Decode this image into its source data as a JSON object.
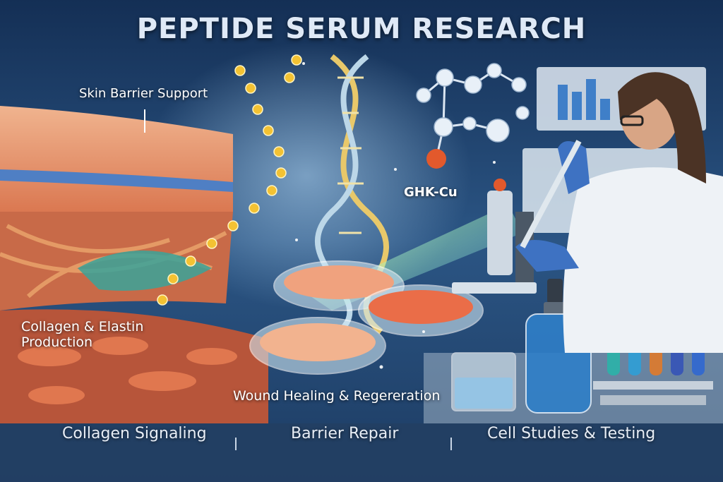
{
  "title": "PEPTIDE SERUM RESEARCH",
  "labels": {
    "skin_barrier": "Skin Barrier Support",
    "ghk": "GHK-Cu",
    "collagen_line1": "Collagen & Elastin",
    "collagen_line2": "Production",
    "wound": "Wound Healing & Regereration"
  },
  "footer": [
    "Collagen Signaling",
    "Barrier Repair",
    "Cell Studies & Testing"
  ],
  "colors": {
    "sky_top": "#1a3b66",
    "sky_mid": "#2d5a8c",
    "skin_top": "#e9a07a",
    "skin_layer_blue": "#3f6fb5",
    "peptide_chain": "#f3c233",
    "dna": "#e8c86a",
    "lab_blue": "#2f7fc8",
    "footer_band": "#233f63"
  }
}
